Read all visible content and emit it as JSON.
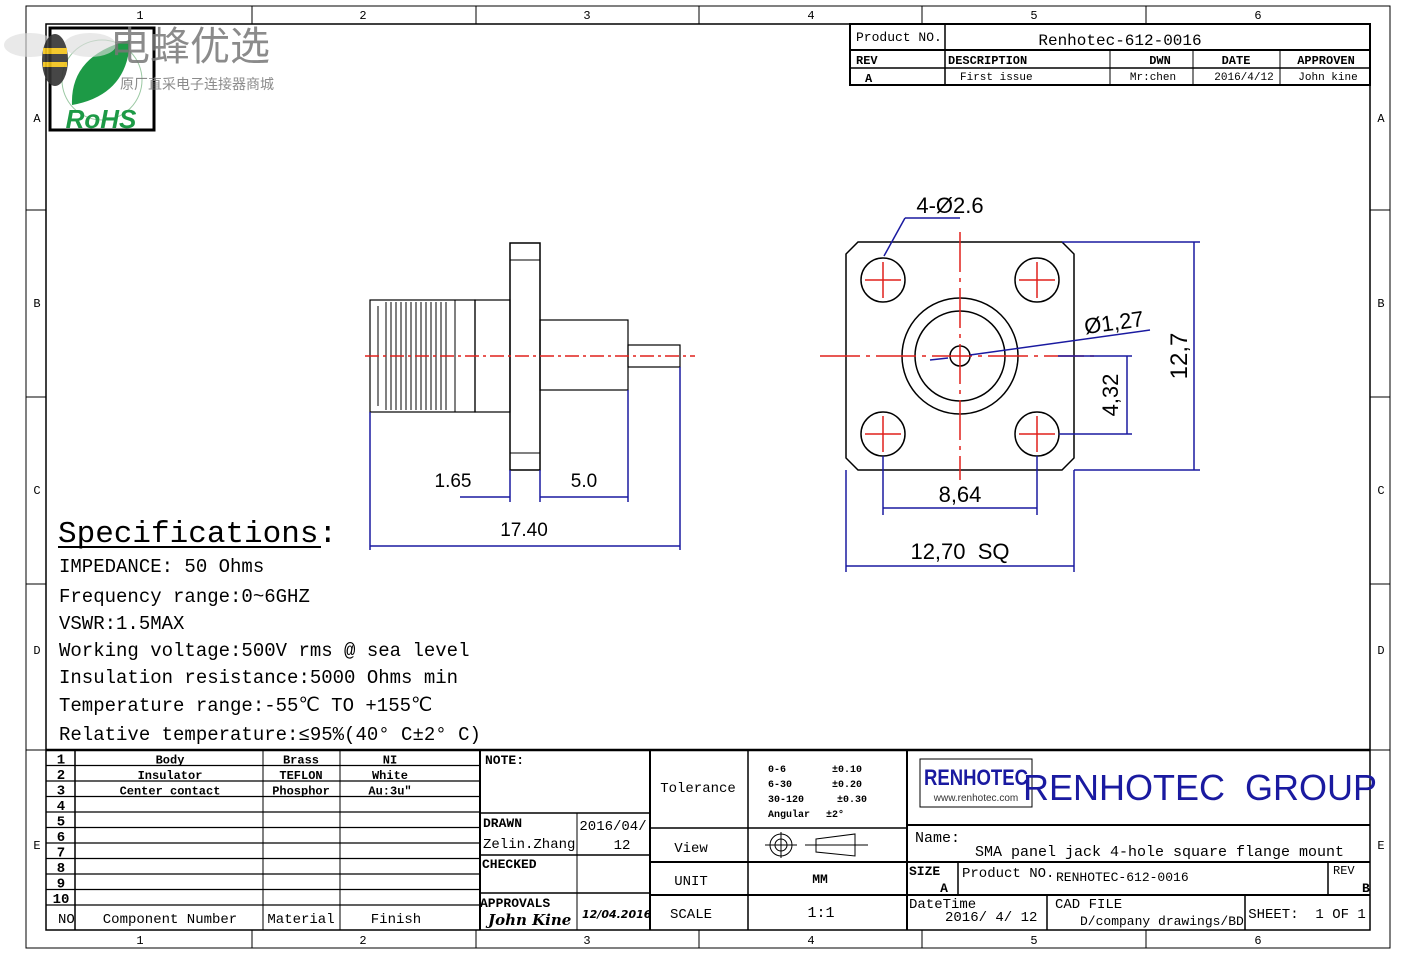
{
  "watermark": {
    "brand": "电蜂优选",
    "tagline": "原厂直采电子连接器商城",
    "rohs": "RoHS"
  },
  "frame": {
    "columns": [
      "1",
      "2",
      "3",
      "4",
      "5",
      "6"
    ],
    "rows": [
      "A",
      "B",
      "C",
      "D",
      "E"
    ]
  },
  "revision_block": {
    "product_label": "Product NO.",
    "product_value": "Renhotec-612-0016",
    "headers": [
      "REV",
      "DESCRIPTION",
      "DWN",
      "DATE",
      "APPROVEN"
    ],
    "row": [
      "A",
      "First issue",
      "Mr:chen",
      "2016/4/12",
      "John kine"
    ]
  },
  "dimensions": {
    "d165": "1.65",
    "d50": "5.0",
    "d1740": "17.40",
    "holes": "4-Ø2.6",
    "pin": "Ø1,27",
    "d432": "4,32",
    "d127": "12,7",
    "d864": "8,64",
    "sq": "12,70  SQ"
  },
  "specs": {
    "title": "Specifications:",
    "lines": [
      "IMPEDANCE: 50 Ohms",
      "Frequency range:0~6GHZ",
      "VSWR:1.5MAX",
      "Working voltage:500V rms @ sea level",
      "Insulation resistance:5000 Ohms min",
      "Temperature range:-55℃ TO +155℃",
      "Relative temperature:≤95%(40° C±2° C)"
    ]
  },
  "bom": {
    "rows": [
      [
        "1",
        "Body",
        "Brass",
        "NI"
      ],
      [
        "2",
        "Insulator",
        "TEFLON",
        "White"
      ],
      [
        "3",
        "Center contact",
        "Phosphor",
        "Au:3u\""
      ],
      [
        "4",
        "",
        "",
        ""
      ],
      [
        "5",
        "",
        "",
        ""
      ],
      [
        "6",
        "",
        "",
        ""
      ],
      [
        "7",
        "",
        "",
        ""
      ],
      [
        "8",
        "",
        "",
        ""
      ],
      [
        "9",
        "",
        "",
        ""
      ],
      [
        "10",
        "",
        "",
        ""
      ]
    ],
    "header": [
      "NO",
      "Component Number",
      "Material",
      "Finish"
    ]
  },
  "notes": {
    "note": "NOTE:",
    "drawn": "DRAWN",
    "drawn_by": "Zelin.Zhang",
    "drawn_date": "2016/04/",
    "drawn_date2": "12",
    "checked": "CHECKED",
    "approvals": "APPROVALS",
    "approver": "John Kine",
    "approval_date": "12/04.2016"
  },
  "tolerance": {
    "label": "Tolerance",
    "ranges": [
      [
        "0-6",
        "±0.10"
      ],
      [
        "6-30",
        "±0.20"
      ],
      [
        "30-120",
        "±0.30"
      ],
      [
        "Angular",
        "±2°"
      ]
    ],
    "view_label": "View",
    "unit_label": "UNIT",
    "unit": "MM",
    "scale_label": "SCALE",
    "scale": "1:1"
  },
  "title_block": {
    "logo": "RENHOTEC",
    "logo_url": "www.renhotec.com",
    "company": "RENHOTEC  GROUP",
    "name_label": "Name:",
    "name": "SMA panel jack 4-hole square flange mount",
    "size_label": "SIZE",
    "size": "A",
    "product_label": "Product NO.",
    "product": "RENHOTEC-612-0016",
    "rev_label": "REV",
    "rev": "B",
    "datetime_label": "DateTime",
    "datetime": "2016/ 4/ 12",
    "cad_label": "CAD FILE",
    "cad": "D/company drawings/BD",
    "sheet": "SHEET:  1 OF 1"
  },
  "colors": {
    "dim": "#1a1aa0",
    "center": "#e0201c",
    "brand": "#1a1aa0"
  }
}
